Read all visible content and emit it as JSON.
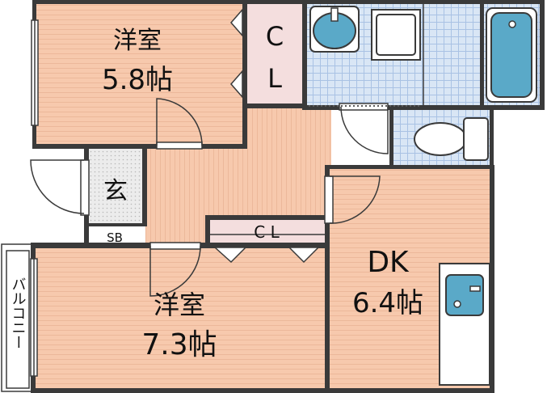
{
  "rooms": {
    "western_room_top": {
      "name": "洋室",
      "size": "5.8帖"
    },
    "closet_top": {
      "line1": "C",
      "line2": "L"
    },
    "entrance": {
      "name": "玄"
    },
    "shoe_box": {
      "name": "SB"
    },
    "closet_mid": {
      "name": "C L"
    },
    "western_room_bottom": {
      "name": "洋室",
      "size": "7.3帖"
    },
    "dk": {
      "name": "DK",
      "size": "6.4帖"
    },
    "balcony": {
      "name": "バルコニー"
    }
  },
  "colors": {
    "wall": "#3a3a3a",
    "floor_wood": "#f7c9ad",
    "floor_wood_line": "#ecb89a",
    "tile": "#d9e6f5",
    "tile_line": "#a9c2e4",
    "fixture_fill": "#5aa9c8",
    "closet_fill": "#f4dede",
    "entrance_fill": "#e9e9e9"
  }
}
